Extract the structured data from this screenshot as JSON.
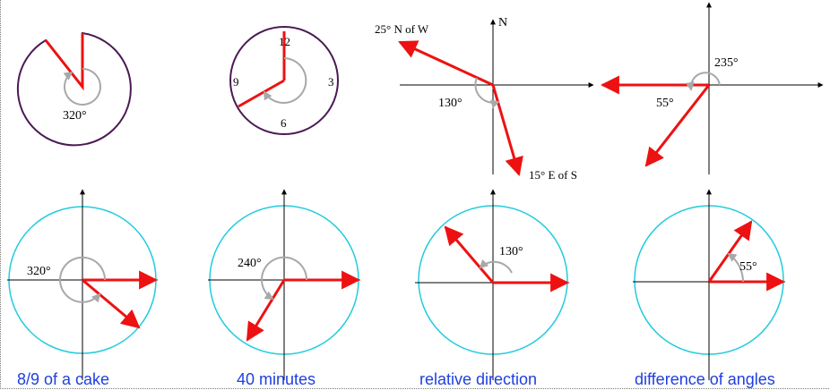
{
  "colors": {
    "vector": "#ee1111",
    "axis": "#000000",
    "angle_arc": "#a8a8a8",
    "top_outline": "#4b1a54",
    "bottom_circle": "#22ccdd",
    "caption": "#1f3fe0"
  },
  "panels": [
    {
      "id": "cake",
      "caption": "8/9 of a cake",
      "top": {
        "angle_label": "320°"
      },
      "bottom": {
        "angle_label": "320°"
      }
    },
    {
      "id": "clock",
      "caption": "40 minutes",
      "top": {
        "clock_numbers": [
          "12",
          "3",
          "6",
          "9"
        ]
      },
      "bottom": {
        "angle_label": "240°"
      }
    },
    {
      "id": "relative",
      "caption": "relative direction",
      "top": {
        "north_label": "N",
        "vector1_label": "25°  N of W",
        "vector2_label": "15° E of S",
        "angle_label": "130°"
      },
      "bottom": {
        "angle_label": "130°"
      }
    },
    {
      "id": "difference",
      "caption": "difference of angles",
      "top": {
        "angle_label_major": "235°",
        "angle_label_minor": "55°"
      },
      "bottom": {
        "angle_label": "55°"
      }
    }
  ]
}
